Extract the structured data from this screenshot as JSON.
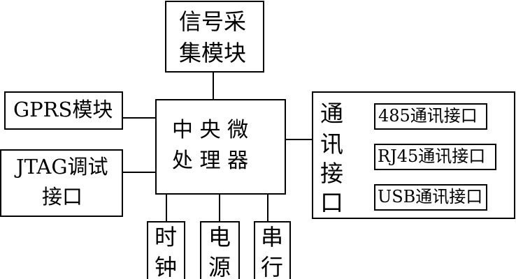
{
  "signal_module": {
    "line1": "信号采",
    "line2": "集模块"
  },
  "gprs_module": {
    "label": "GPRS模块"
  },
  "jtag_port": {
    "line1": "JTAG调试",
    "line2": "接口"
  },
  "cpu": {
    "line1": "中 央 微",
    "line2": "处 理 器"
  },
  "comm_interface": {
    "title_chars": [
      "通",
      "讯",
      "接",
      "口"
    ],
    "items": [
      {
        "label": "485通讯接口"
      },
      {
        "label": "RJ45通讯接口"
      },
      {
        "label": "USB通讯接口"
      }
    ]
  },
  "bottom_boxes": [
    {
      "chars": [
        "时",
        "钟"
      ]
    },
    {
      "chars": [
        "电",
        "源"
      ]
    },
    {
      "chars": [
        "串",
        "行"
      ]
    }
  ],
  "colors": {
    "line": "#000000",
    "background": "#ffffff",
    "text": "#000000"
  }
}
